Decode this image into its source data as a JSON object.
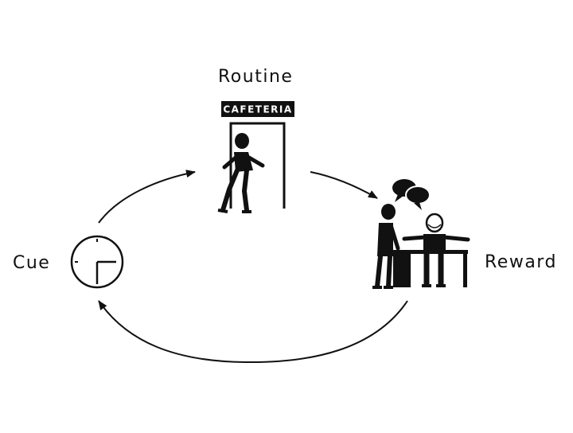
{
  "labels": {
    "routine": "Routine",
    "cue": "Cue",
    "reward": "Reward"
  },
  "sign": {
    "text": "CAFETERIA"
  },
  "colors": {
    "ink": "#111111",
    "background": "#ffffff"
  },
  "icons": {
    "cue": "clock-icon",
    "routine": "person-walking-to-cafeteria-icon",
    "reward": "two-people-chatting-icon"
  }
}
